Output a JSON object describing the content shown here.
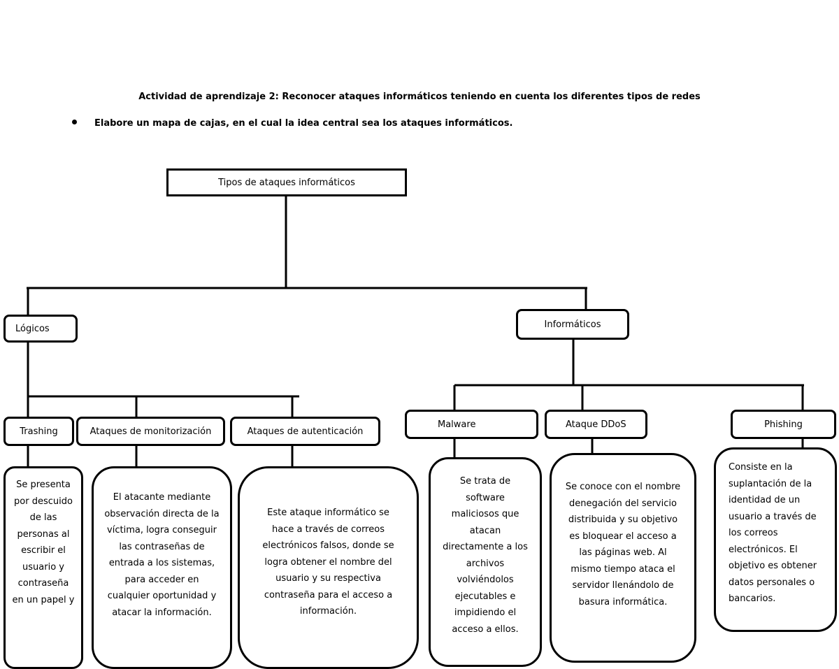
{
  "heading": "Actividad de aprendizaje 2: Reconocer ataques informáticos teniendo en cuenta los diferentes tipos de redes",
  "instruction": "Elabore un mapa de cajas, en el cual la idea central sea los ataques informáticos.",
  "diagram": {
    "root": "Tipos de ataques informáticos",
    "branches": {
      "logicos": {
        "label": "Lógicos",
        "children": {
          "trashing": {
            "label": "Trashing",
            "description": "Se presenta por descuido de las personas al escribir el usuario y contraseña en un papel y"
          },
          "monitorizacion": {
            "label": "Ataques de monitorización",
            "description": "El atacante mediante observación directa de la víctima, logra conseguir las contraseñas de entrada a los sistemas, para acceder en cualquier oportunidad y atacar la información."
          },
          "autenticacion": {
            "label": "Ataques de autenticación",
            "description": "Este ataque informático se hace a través de correos electrónicos falsos, donde se logra obtener el nombre del usuario y su respectiva contraseña para el acceso a información."
          }
        }
      },
      "informaticos": {
        "label": "Informáticos",
        "children": {
          "malware": {
            "label": "Malware",
            "description": "Se trata de software maliciosos que atacan directamente a los archivos volviéndolos ejecutables e impidiendo el acceso a ellos."
          },
          "ddos": {
            "label": "Ataque DDoS",
            "description": "Se conoce con el nombre denegación del servicio distribuida y su objetivo es bloquear el acceso a las páginas web. Al mismo tiempo ataca el servidor llenándolo de basura informática."
          },
          "phishing": {
            "label": "Phishing",
            "description": "Consiste en la suplantación de la identidad de un usuario a través de los correos electrónicos. El objetivo es obtener datos personales o bancarios."
          }
        }
      }
    }
  }
}
